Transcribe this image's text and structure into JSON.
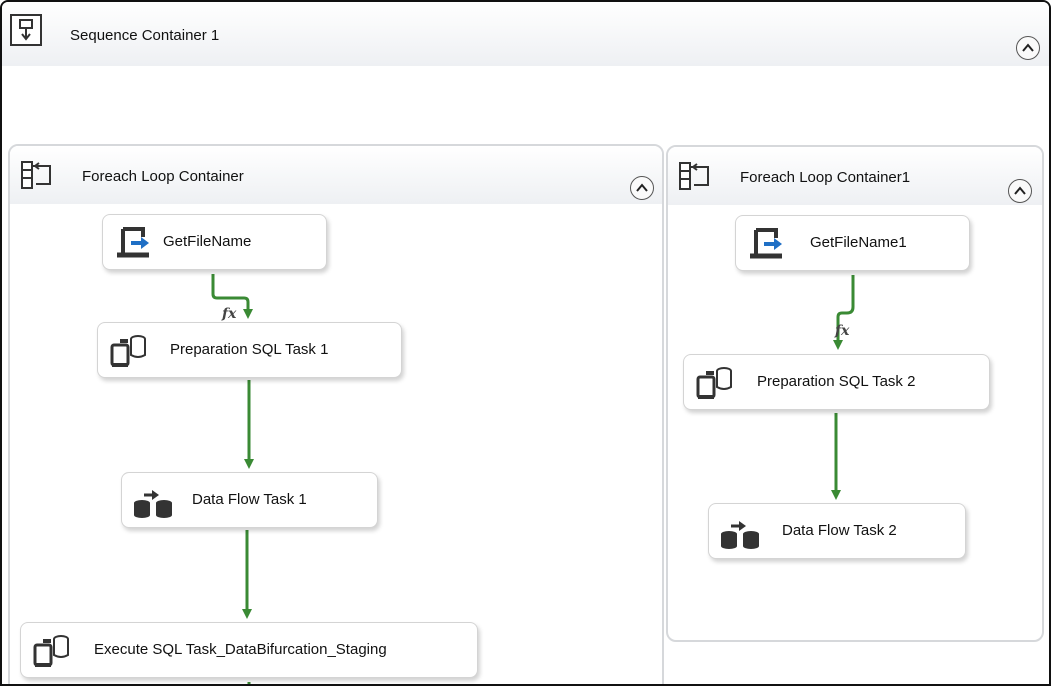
{
  "sequence_container": {
    "title": "Sequence Container 1",
    "icon": "sequence-container-icon"
  },
  "loop1": {
    "title": "Foreach Loop Container",
    "icon": "foreach-loop-icon",
    "tasks": [
      {
        "label": "GetFileName",
        "icon": "script-task-icon"
      },
      {
        "label": "Preparation SQL Task 1",
        "icon": "sql-task-icon"
      },
      {
        "label": "Data Flow Task 1",
        "icon": "data-flow-icon"
      },
      {
        "label": "Execute SQL Task_DataBifurcation_Staging",
        "icon": "sql-task-icon"
      }
    ],
    "expression_marker": "fx"
  },
  "loop2": {
    "title": "Foreach Loop Container1",
    "icon": "foreach-loop-icon",
    "tasks": [
      {
        "label": "GetFileName1",
        "icon": "script-task-icon"
      },
      {
        "label": "Preparation SQL Task 2",
        "icon": "sql-task-icon"
      },
      {
        "label": "Data Flow Task 2",
        "icon": "data-flow-icon"
      }
    ],
    "expression_marker": "fx"
  },
  "colors": {
    "success_arrow": "#3a8a34",
    "icon_blue": "#1f6fc5",
    "icon_dark": "#333333"
  }
}
